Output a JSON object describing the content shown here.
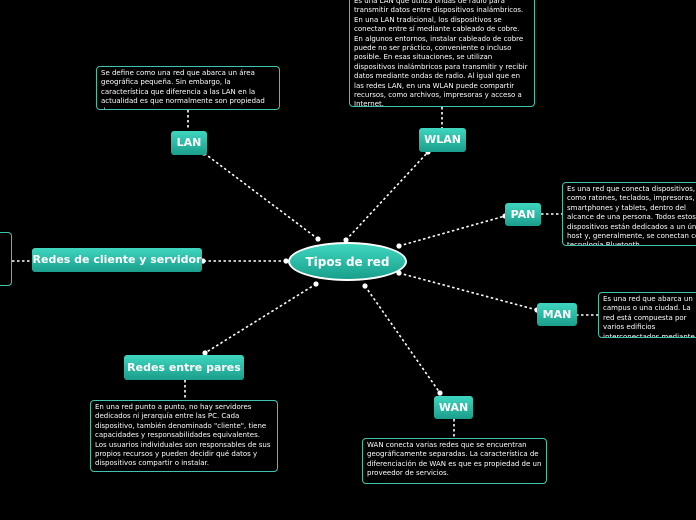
{
  "central": "Tipos de red",
  "nodes": {
    "lan": "LAN",
    "wlan": "WLAN",
    "pan": "PAN",
    "man": "MAN",
    "wan": "WAN",
    "peers": "Redes entre pares",
    "client_server": "Redes de cliente y servidor"
  },
  "notes": {
    "lan": "Se define como una red que abarca un área geográfica pequeña. Sin embargo, la característica que diferencia a las LAN en la actualidad es que normalmente son propiedad de una persona",
    "wlan": "Es una LAN que utiliza ondas de radio para transmitir datos entre dispositivos inalámbricos. En una LAN tradicional, los dispositivos se conectan entre sí mediante cableado de cobre. En algunos entornos, instalar cableado de cobre puede no ser práctico, conveniente o incluso posible. En esas situaciones, se utilizan dispositivos inalámbricos para transmitir y recibir datos mediante ondas de radio. Al igual que en las redes LAN, en una WLAN puede compartir recursos, como archivos, impresoras y acceso a Internet.",
    "pan": " Es una red que conecta dispositivos, como ratones, teclados, impresoras, smartphones y tablets, dentro del alcance de una persona. Todos estos dispositivos están dedicados a un único host y, generalmente, se conectan con tecnología Bluetooth.",
    "man": "Es una red que abarca un campus o una ciudad. La red está compuesta por varios edificios interconectados mediante backbones inalámbricos o de fibra óptica.",
    "wan": "WAN conecta varias redes que se encuentran geográficamente separadas. La característica de diferenciación de WAN es que es propiedad de un proveedor de servicios.",
    "peers": "En una red punto a punto, no hay servidores dedicados ni jerarquía entre las PC. Cada dispositivo, también denominado \"cliente\", tiene capacidades y responsabilidades equivalentes. Los usuarios individuales son responsables de sus propios recursos y pueden decidir qué datos y dispositivos compartir o instalar.",
    "client_server": ""
  },
  "colors": {
    "node": "#2bbfa8",
    "line": "#ffffff",
    "note_border": "#3fc4ae",
    "background": "#000000"
  }
}
